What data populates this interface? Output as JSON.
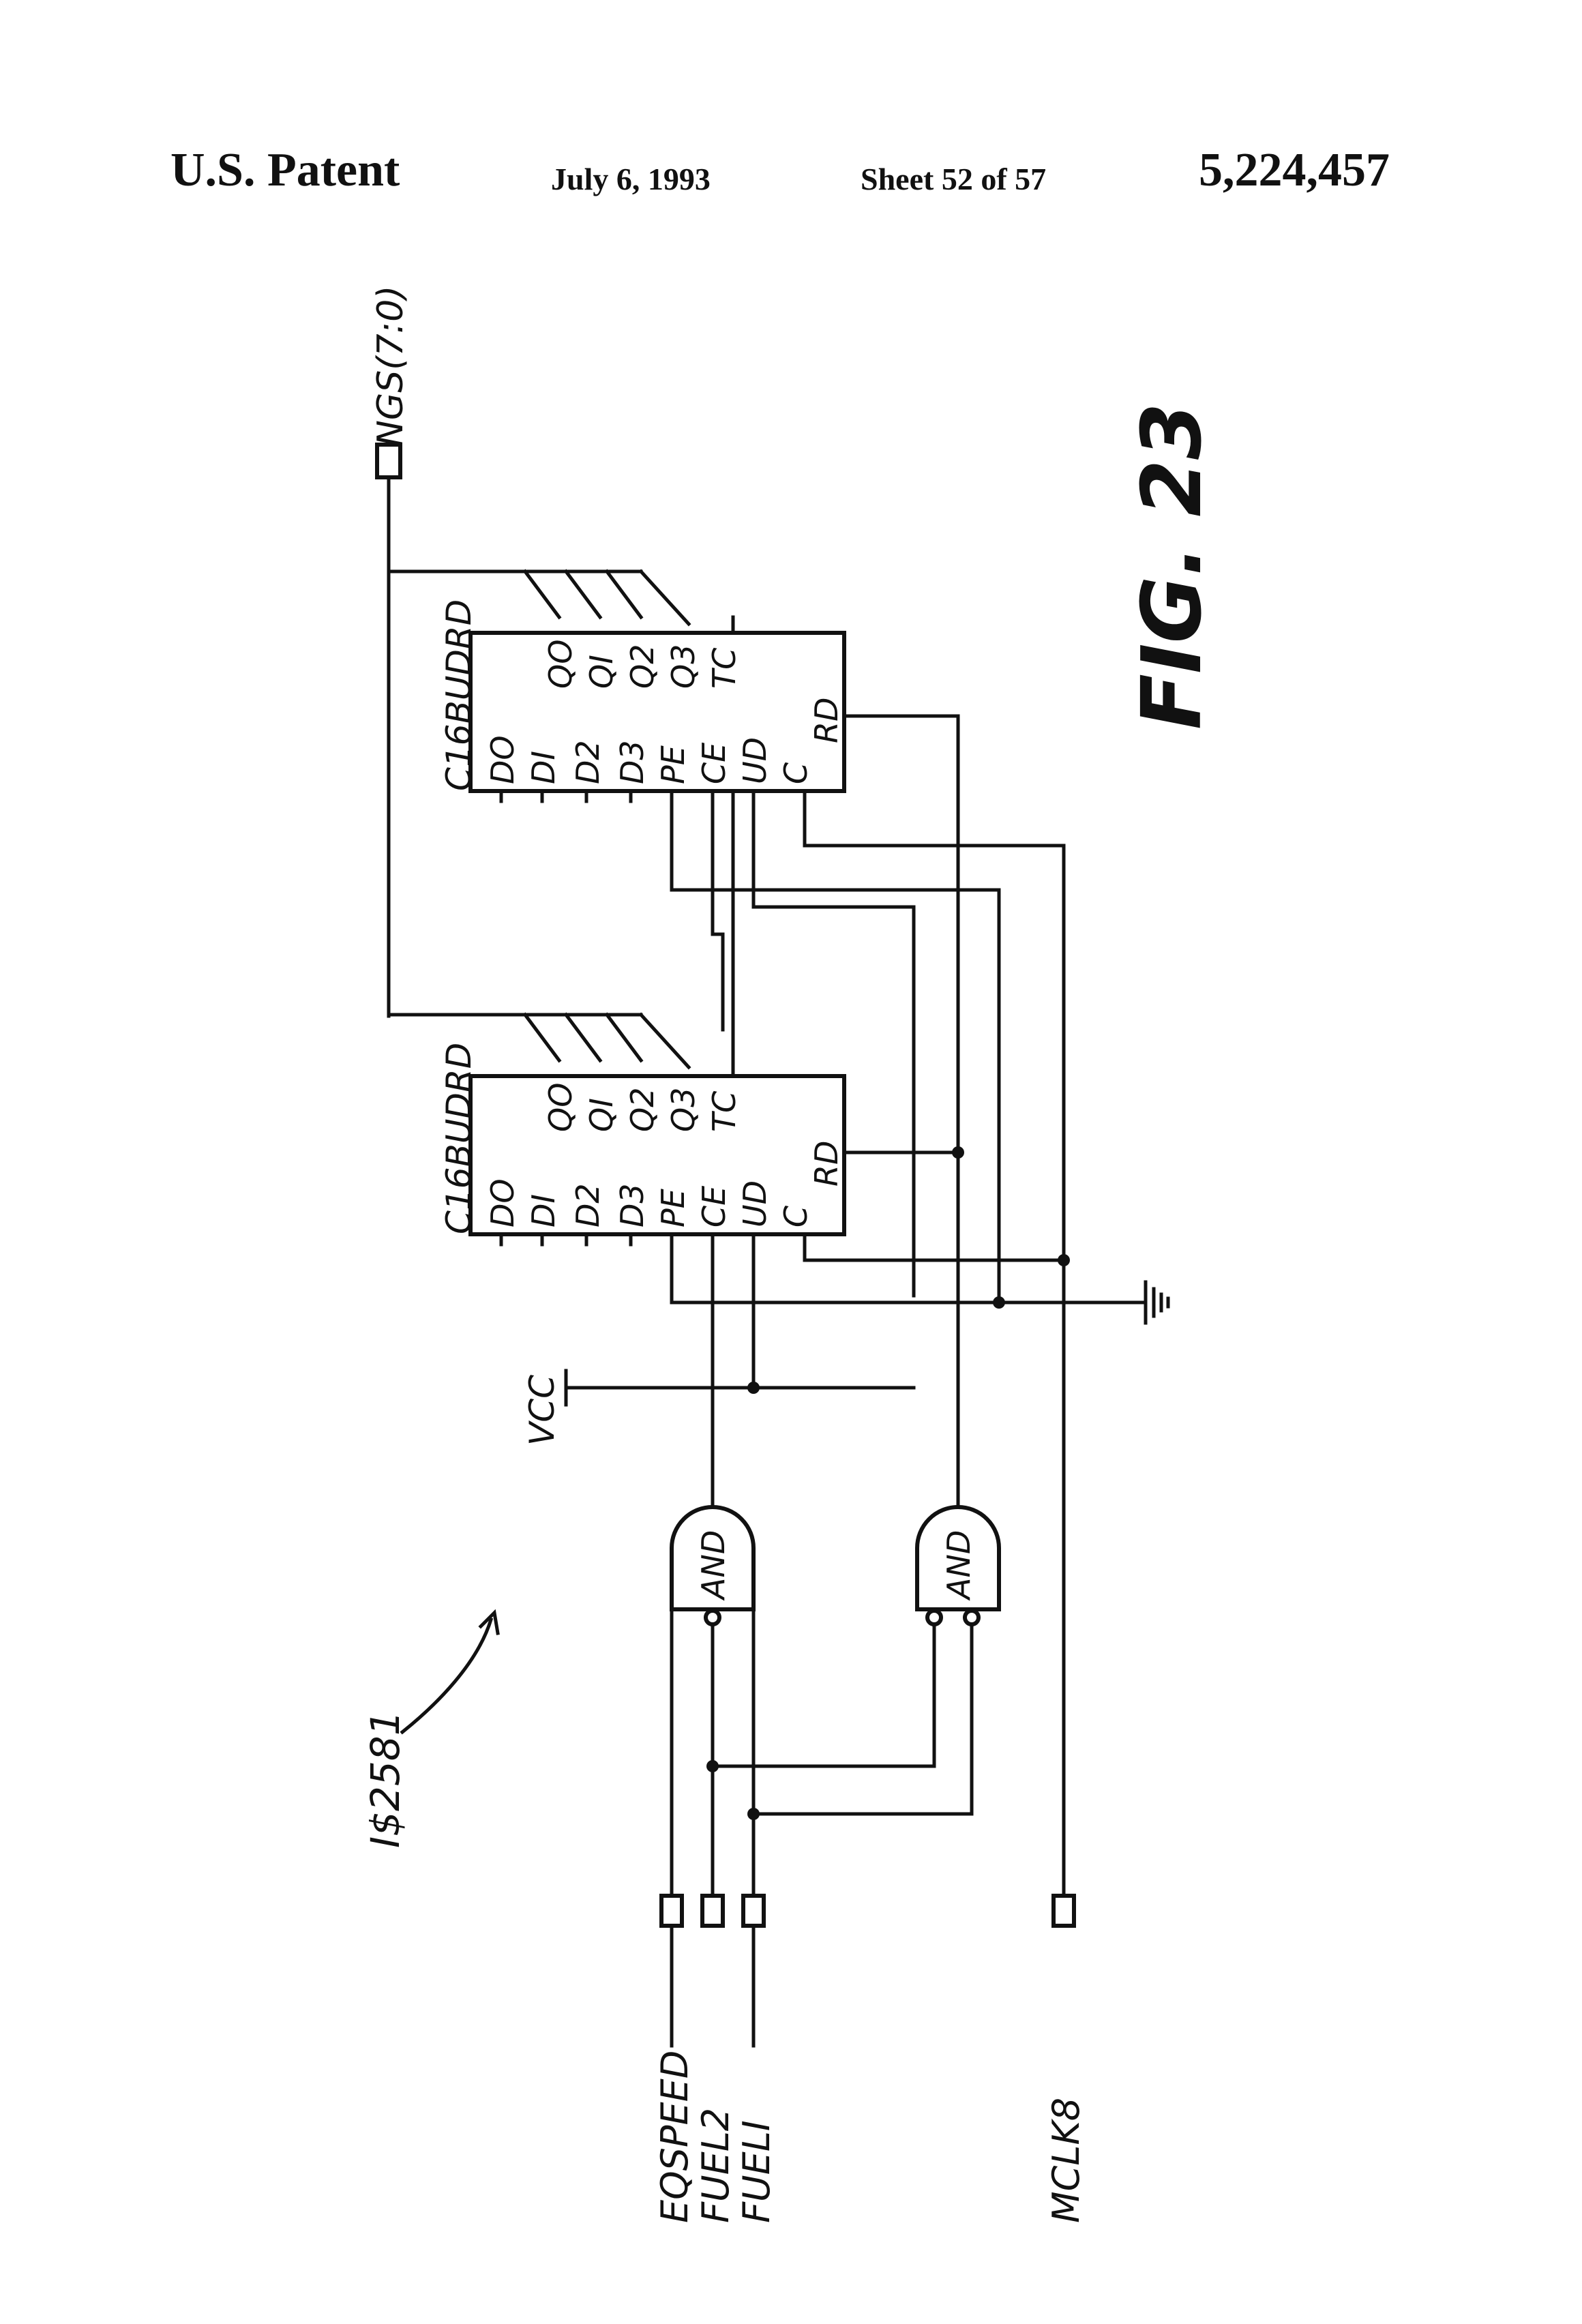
{
  "header": {
    "title": "U.S. Patent",
    "date": "July 6, 1993",
    "sheet": "Sheet 52 of 57",
    "number": "5,224,457"
  },
  "figure": {
    "caption": "FIG. 23",
    "reference": "I$2581",
    "bus_output": "NGS(7:0)",
    "vcc_label": "VCC",
    "counters": [
      {
        "name": "C16BUDRD",
        "pins_left": [
          "DO",
          "DI",
          "D2",
          "D3",
          "PE",
          "CE",
          "UD",
          "C"
        ],
        "pins_right": [
          "QO",
          "QI",
          "Q2",
          "Q3",
          "TC",
          "RD"
        ]
      },
      {
        "name": "C16BUDRD",
        "pins_left": [
          "DO",
          "DI",
          "D2",
          "D3",
          "PE",
          "CE",
          "UD",
          "C"
        ],
        "pins_right": [
          "QO",
          "QI",
          "Q2",
          "Q3",
          "TC",
          "RD"
        ]
      }
    ],
    "gates": [
      {
        "label": "AND"
      },
      {
        "label": "AND"
      }
    ],
    "inputs": [
      "EQSPEED",
      "FUEL2",
      "FUELI",
      "MCLK8"
    ]
  }
}
